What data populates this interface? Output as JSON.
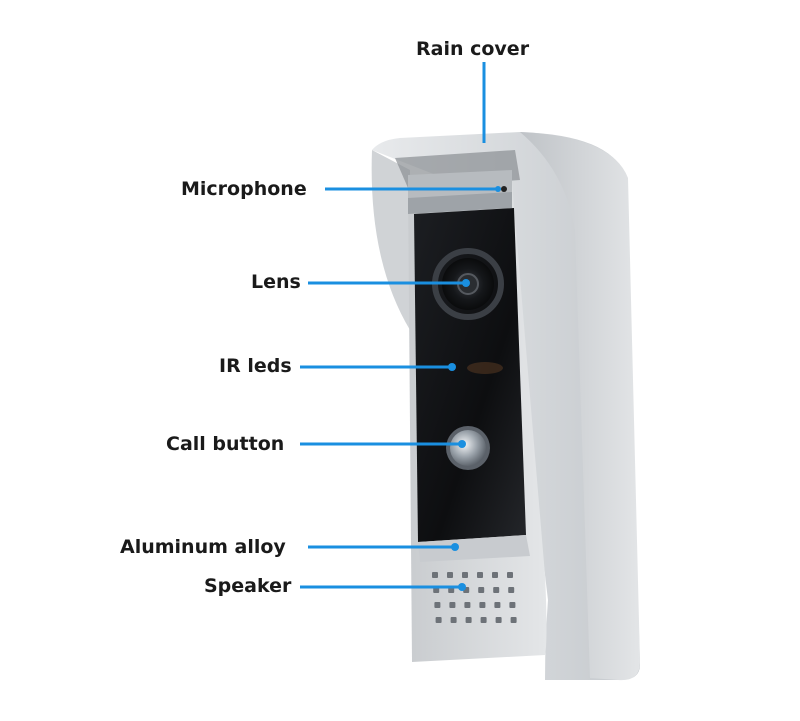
{
  "diagram": {
    "accent_color": "#1a8fe0",
    "callouts": [
      {
        "id": "rain-cover",
        "label": "Rain cover"
      },
      {
        "id": "microphone",
        "label": "Microphone"
      },
      {
        "id": "lens",
        "label": "Lens"
      },
      {
        "id": "ir-leds",
        "label": "IR leds"
      },
      {
        "id": "call-button",
        "label": "Call button"
      },
      {
        "id": "aluminum-alloy",
        "label": "Aluminum alloy"
      },
      {
        "id": "speaker",
        "label": "Speaker"
      }
    ]
  }
}
